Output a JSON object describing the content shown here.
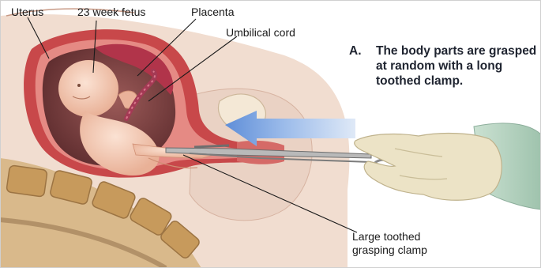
{
  "labels": {
    "uterus": "Uterus",
    "fetus": "23 week fetus",
    "placenta": "Placenta",
    "cord": "Umbilical cord",
    "clamp_line1": "Large toothed",
    "clamp_line2": "grasping clamp"
  },
  "caption": {
    "letter": "A.",
    "text": "The body parts are grasped at random with a long toothed clamp."
  },
  "colors": {
    "background": "#ffffff",
    "uterine_wall": "#c8484a",
    "uterine_inner": "#e58a84",
    "amniotic": "#6e3a3a",
    "skin": "#f3cbb5",
    "tissue": "#f0d9cc",
    "spine": "#b88b52",
    "arrow": "#7aa0e0",
    "glove": "#ece3c6",
    "instrument": "#9a9a9a"
  }
}
